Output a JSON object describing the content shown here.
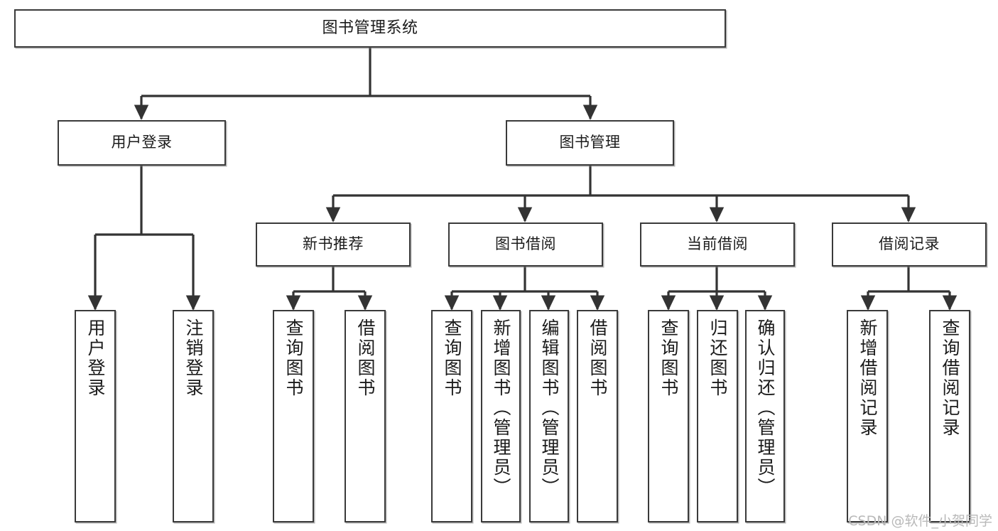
{
  "diagram": {
    "title": "图书管理系统",
    "type": "hierarchy-tree",
    "background_color": "#ffffff",
    "box_border_color": "#3a3a3a",
    "edge_color": "#333333",
    "nodes": [
      {
        "id": "root",
        "label": "图书管理系统",
        "level": 0,
        "orientation": "horizontal"
      },
      {
        "id": "user-login",
        "label": "用户登录",
        "level": 1,
        "orientation": "horizontal"
      },
      {
        "id": "book-manage",
        "label": "图书管理",
        "level": 1,
        "orientation": "horizontal"
      },
      {
        "id": "new-book-rec",
        "label": "新书推荐",
        "level": 2,
        "orientation": "horizontal"
      },
      {
        "id": "book-borrow",
        "label": "图书借阅",
        "level": 2,
        "orientation": "horizontal"
      },
      {
        "id": "current-borrow",
        "label": "当前借阅",
        "level": 2,
        "orientation": "horizontal"
      },
      {
        "id": "borrow-record",
        "label": "借阅记录",
        "level": 2,
        "orientation": "horizontal"
      },
      {
        "id": "leaf-user-login",
        "label": "用户登录",
        "level": 2,
        "orientation": "vertical"
      },
      {
        "id": "leaf-logout",
        "label": "注销登录",
        "level": 2,
        "orientation": "vertical"
      },
      {
        "id": "leaf-query-book-1",
        "label": "查询图书",
        "level": 3,
        "orientation": "vertical"
      },
      {
        "id": "leaf-borrow-book-1",
        "label": "借阅图书",
        "level": 3,
        "orientation": "vertical"
      },
      {
        "id": "leaf-query-book-2",
        "label": "查询图书",
        "level": 3,
        "orientation": "vertical"
      },
      {
        "id": "leaf-add-book",
        "label": "新增图书（管理员）",
        "level": 3,
        "orientation": "vertical"
      },
      {
        "id": "leaf-edit-book",
        "label": "编辑图书（管理员）",
        "level": 3,
        "orientation": "vertical"
      },
      {
        "id": "leaf-borrow-book-2",
        "label": "借阅图书",
        "level": 3,
        "orientation": "vertical"
      },
      {
        "id": "leaf-query-book-3",
        "label": "查询图书",
        "level": 3,
        "orientation": "vertical"
      },
      {
        "id": "leaf-return-book",
        "label": "归还图书",
        "level": 3,
        "orientation": "vertical"
      },
      {
        "id": "leaf-confirm-return",
        "label": "确认归还（管理员）",
        "level": 3,
        "orientation": "vertical"
      },
      {
        "id": "leaf-add-record",
        "label": "新增借阅记录",
        "level": 3,
        "orientation": "vertical"
      },
      {
        "id": "leaf-query-record",
        "label": "查询借阅记录",
        "level": 3,
        "orientation": "vertical"
      }
    ],
    "edges": [
      {
        "from": "root",
        "to": "user-login"
      },
      {
        "from": "root",
        "to": "book-manage"
      },
      {
        "from": "user-login",
        "to": "leaf-user-login"
      },
      {
        "from": "user-login",
        "to": "leaf-logout"
      },
      {
        "from": "book-manage",
        "to": "new-book-rec"
      },
      {
        "from": "book-manage",
        "to": "book-borrow"
      },
      {
        "from": "book-manage",
        "to": "current-borrow"
      },
      {
        "from": "book-manage",
        "to": "borrow-record"
      },
      {
        "from": "new-book-rec",
        "to": "leaf-query-book-1"
      },
      {
        "from": "new-book-rec",
        "to": "leaf-borrow-book-1"
      },
      {
        "from": "book-borrow",
        "to": "leaf-query-book-2"
      },
      {
        "from": "book-borrow",
        "to": "leaf-add-book"
      },
      {
        "from": "book-borrow",
        "to": "leaf-edit-book"
      },
      {
        "from": "book-borrow",
        "to": "leaf-borrow-book-2"
      },
      {
        "from": "current-borrow",
        "to": "leaf-query-book-3"
      },
      {
        "from": "current-borrow",
        "to": "leaf-return-book"
      },
      {
        "from": "current-borrow",
        "to": "leaf-confirm-return"
      },
      {
        "from": "borrow-record",
        "to": "leaf-add-record"
      },
      {
        "from": "borrow-record",
        "to": "leaf-query-record"
      }
    ]
  },
  "watermark": {
    "text": "CSDN @软件_小贺同学"
  }
}
